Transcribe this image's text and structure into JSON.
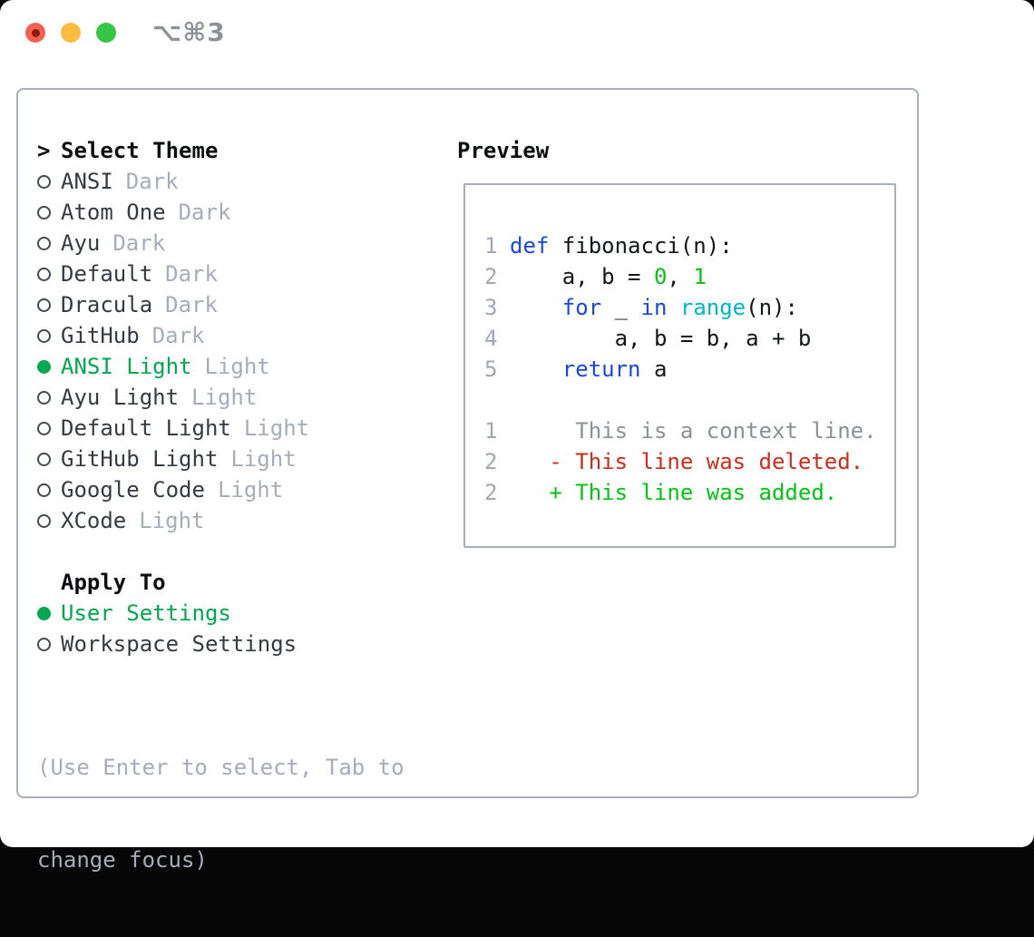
{
  "titlebar": {
    "shortcut": "⌥⌘3"
  },
  "colors": {
    "selection_green": "#00a84f",
    "panel_border": "#a8afba",
    "text_primary": "#363b43",
    "text_header": "#0c0e12",
    "text_muted": "#a6adb9",
    "traffic_red": "#f26152",
    "traffic_red_dot": "#8a1d10",
    "traffic_yellow": "#fdbc40",
    "traffic_green": "#35c646",
    "shortcut_gray": "#8e9298"
  },
  "syntax_colors": {
    "keyword": "#1847e6",
    "builtin": "#00b8c4",
    "number": "#04c414",
    "plain": "#121519",
    "context": "#8b9199",
    "deleted": "#cb2e1d",
    "added": "#04c414",
    "lineno": "#a0a8b4"
  },
  "theme_list": {
    "header_prefix": ">",
    "header": "Select Theme",
    "items": [
      {
        "name": "ANSI",
        "variant": "Dark",
        "selected": false
      },
      {
        "name": "Atom One",
        "variant": "Dark",
        "selected": false
      },
      {
        "name": "Ayu",
        "variant": "Dark",
        "selected": false
      },
      {
        "name": "Default",
        "variant": "Dark",
        "selected": false
      },
      {
        "name": "Dracula",
        "variant": "Dark",
        "selected": false
      },
      {
        "name": "GitHub",
        "variant": "Dark",
        "selected": false
      },
      {
        "name": "ANSI Light",
        "variant": "Light",
        "selected": true
      },
      {
        "name": "Ayu Light",
        "variant": "Light",
        "selected": false
      },
      {
        "name": "Default Light",
        "variant": "Light",
        "selected": false
      },
      {
        "name": "GitHub Light",
        "variant": "Light",
        "selected": false
      },
      {
        "name": "Google Code",
        "variant": "Light",
        "selected": false
      },
      {
        "name": "XCode",
        "variant": "Light",
        "selected": false
      }
    ]
  },
  "apply_to": {
    "header": "Apply To",
    "options": [
      {
        "label": "User Settings",
        "selected": true
      },
      {
        "label": "Workspace Settings",
        "selected": false
      }
    ]
  },
  "help_text": [
    "(Use Enter to select, Tab to",
    "change focus)"
  ],
  "preview": {
    "header": "Preview",
    "code_lines": [
      {
        "num": "1",
        "tokens": [
          {
            "text": "def",
            "color": "keyword"
          },
          {
            "text": " fibonacci(n):",
            "color": "plain"
          }
        ]
      },
      {
        "num": "2",
        "tokens": [
          {
            "text": "    a, b = ",
            "color": "plain"
          },
          {
            "text": "0",
            "color": "number"
          },
          {
            "text": ", ",
            "color": "plain"
          },
          {
            "text": "1",
            "color": "number"
          }
        ]
      },
      {
        "num": "3",
        "tokens": [
          {
            "text": "    ",
            "color": "plain"
          },
          {
            "text": "for",
            "color": "keyword"
          },
          {
            "text": " _ ",
            "color": "plain"
          },
          {
            "text": "in",
            "color": "keyword"
          },
          {
            "text": " ",
            "color": "plain"
          },
          {
            "text": "range",
            "color": "builtin"
          },
          {
            "text": "(n):",
            "color": "plain"
          }
        ]
      },
      {
        "num": "4",
        "tokens": [
          {
            "text": "        a, b = b, a + b",
            "color": "plain"
          }
        ]
      },
      {
        "num": "5",
        "tokens": [
          {
            "text": "    ",
            "color": "plain"
          },
          {
            "text": "return",
            "color": "keyword"
          },
          {
            "text": " a",
            "color": "plain"
          }
        ]
      },
      {
        "num": "",
        "tokens": []
      },
      {
        "num": "1",
        "tokens": [
          {
            "text": "     This is a context line.",
            "color": "context"
          }
        ]
      },
      {
        "num": "2",
        "tokens": [
          {
            "text": "   - This line was deleted.",
            "color": "deleted"
          }
        ]
      },
      {
        "num": "2",
        "tokens": [
          {
            "text": "   + This line was added.",
            "color": "added"
          }
        ]
      }
    ]
  }
}
